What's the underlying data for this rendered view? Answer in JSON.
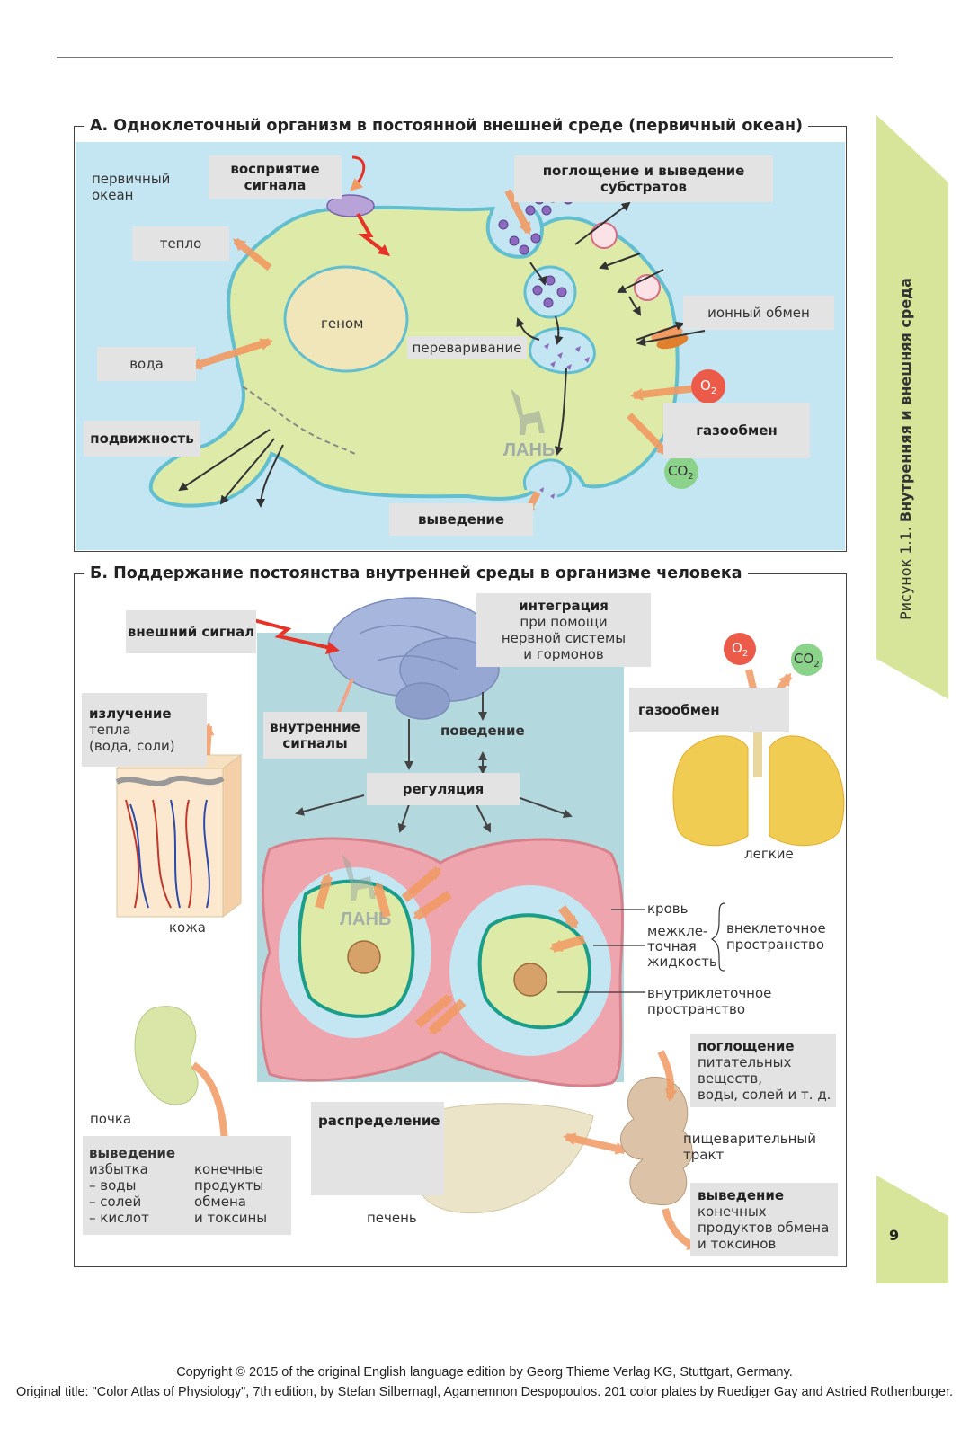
{
  "section_a": {
    "title": "А. Одноклеточный организм в постоянной внешней среде (первичный океан)",
    "ocean": [
      "первичный",
      "океан"
    ],
    "signal_perception": [
      "восприятие",
      "сигнала"
    ],
    "substrate": [
      "поглощение и выведение",
      "субстратов"
    ],
    "heat": "тепло",
    "water": "вода",
    "genome": "геном",
    "digestion": "переваривание",
    "ion_exchange": "ионный обмен",
    "motility": "подвижность",
    "gas_exchange": "газообмен",
    "excretion": "выведение",
    "o2": "O",
    "o2_sub": "2",
    "co2": "CO",
    "co2_sub": "2"
  },
  "section_b": {
    "title": "Б. Поддержание постоянства внутренней среды в организме человека",
    "external_signal": "внешний сигнал",
    "integration_title": "интеграция",
    "integration_lines": [
      "при помощи",
      "нервной системы",
      "и гормонов"
    ],
    "heat_radiation_title": "излучение",
    "heat_radiation_lines": [
      "тепла",
      "(вода, соли)"
    ],
    "internal_signals": [
      "внутренние",
      "сигналы"
    ],
    "behavior": "поведение",
    "regulation": "регуляция",
    "gas_exchange": "газообмен",
    "o2": "O",
    "o2_sub": "2",
    "co2": "CO",
    "co2_sub": "2",
    "lungs": "легкие",
    "skin": "кожа",
    "blood": "кровь",
    "interstitial": [
      "межкле-",
      "точная",
      "жидкость"
    ],
    "extracellular": [
      "внеклеточное",
      "пространство"
    ],
    "intracellular": [
      "внутриклеточное",
      "пространство"
    ],
    "absorption_title": "поглощение",
    "absorption_lines": [
      "питательных",
      "веществ,",
      "воды, солей и т. д."
    ],
    "kidney": "почка",
    "distribution": "распределение",
    "digestive_tract": [
      "пищеварительный",
      "тракт"
    ],
    "kidney_excretion_title": "выведение",
    "kidney_excretion_col1": [
      "избытка",
      "– воды",
      "– солей",
      "– кислот"
    ],
    "kidney_excretion_col2": [
      "конечные",
      "продукты",
      "обмена",
      "и токсины"
    ],
    "liver": "печень",
    "gut_excretion_title": "выведение",
    "gut_excretion_lines": [
      "конечных",
      "продуктов обмена",
      "и токсинов"
    ]
  },
  "side_tab": {
    "prefix": "Рисунок 1.1. ",
    "title": "Внутренняя и внешняя среда"
  },
  "page_number": "9",
  "watermark": "ЛАНЬ",
  "copyright": [
    "Copyright © 2015 of the original English language edition by Georg Thieme Verlag KG, Stuttgart, Germany.",
    "Original title: \"Color Atlas of Physiology\", 7th edition, by Stefan Silbernagl, Agamemnon Despopoulos. 201 color plates by Ruediger Gay and Astried Rothenburger."
  ],
  "colors": {
    "ocean": "#c4e6f3",
    "cell": "#deeaa8",
    "cell_border": "#62bfcf",
    "label_bg": "#e3e3e3",
    "arrow_orange": "#f29a62",
    "signal_red": "#e63227",
    "side_tab": "#d6e59a",
    "inner_panel": "#b3d8de",
    "pink": "#eea5ae"
  }
}
